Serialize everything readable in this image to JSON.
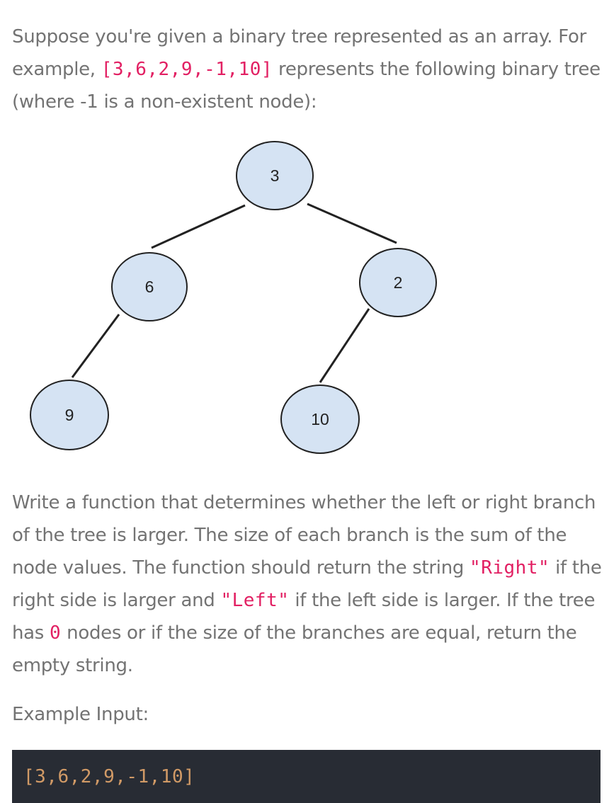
{
  "intro": {
    "before": "Suppose you're given a binary tree represented as an array. For example, ",
    "array_code": "[3,6,2,9,-1,10]",
    "after": " represents the following binary tree (where -1 is a non-existent node):"
  },
  "tree": {
    "nodes": [
      {
        "id": "root",
        "label": "3"
      },
      {
        "id": "left",
        "label": "6"
      },
      {
        "id": "right",
        "label": "2"
      },
      {
        "id": "left-left",
        "label": "9"
      },
      {
        "id": "right-left",
        "label": "10"
      }
    ],
    "node_fill": "#d5e3f3",
    "node_stroke": "#222222"
  },
  "description": {
    "s1": "Write a function that determines whether the left or right branch of the tree is larger. The size of each branch is the sum of the node values. The function should return the string ",
    "right_code": "\"Right\"",
    "s2": " if the right side is larger and ",
    "left_code": "\"Left\"",
    "s3": " if the left side is larger. If the tree has ",
    "zero_code": "0",
    "s4": " nodes or if the size of the branches are equal, return the empty string."
  },
  "example": {
    "label": "Example Input:",
    "code": "[3,6,2,9,-1,10]"
  },
  "colors": {
    "text": "#737373",
    "inline_code": "#e22063",
    "code_bg": "#282c34",
    "code_text": "#d19a66"
  }
}
